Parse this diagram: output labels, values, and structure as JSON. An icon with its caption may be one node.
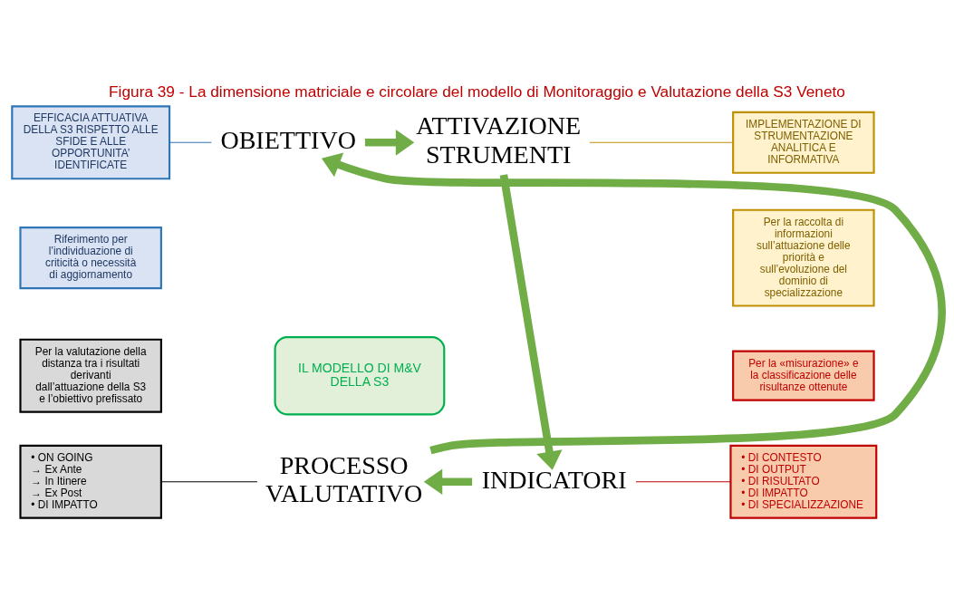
{
  "diagram": {
    "title": "Figura 39 - La dimensione matriciale e circolare del modello di Monitoraggio e Valutazione della S3 Veneto",
    "nodes": [
      {
        "text": [
          "EFFICACIA ATTUATIVA DELLA S3 RISPETTO ALLE SFIDE E ALLE OPPORTUNITA’ IDENTIFICATE"
        ]
      },
      {
        "text": [
          "OBIETTIVO"
        ]
      },
      {
        "text": [
          "ATTIVAZIONE STRUMENTI"
        ]
      },
      {
        "text": [
          "IMPLEMENTAZIONE DI STRUMENTAZIONE ANALITICA E INFORMATIVA"
        ]
      },
      {
        "text": [
          "Riferimento per l’individuazione di criticità o necessità di aggiornamento"
        ]
      },
      {
        "text": [
          "Per la raccolta di informazioni sull’attuazione delle priorità e sull’evoluzione del dominio di specializzazione"
        ]
      },
      {
        "text": [
          "IL MODELLO DI M&V DELLA S3"
        ]
      },
      {
        "text": [
          "Per la valutazione della distanza tra i risultati derivanti dall’attuazione della S3 e l’obiettivo prefissato"
        ]
      },
      {
        "text": [
          "Per la «misurazione» e la classificazione delle risultanze ottenute"
        ]
      },
      {
        "text": [
          "PROCESSO VALUTATIVO"
        ]
      },
      {
        "text": [
          "INDICATORI"
        ]
      },
      {
        "text": [
          "• ON GOING → Ex Ante → In Itinere → Ex Post • DI IMPATTO"
        ]
      },
      {
        "text": [
          "• DI CONTESTO • DI OUTPUT • DI RISULTATO • DI IMPATTO • DI SPECIALIZZAZIONE"
        ]
      }
    ],
    "edges": [
      {
        "from": 1,
        "to": 2,
        "arrow": "to",
        "style": "thick",
        "color": "#70ad47"
      },
      {
        "from": 2,
        "to": 10,
        "arrow": "to",
        "style": "thick",
        "color": "#70ad47"
      },
      {
        "from": 10,
        "to": 9,
        "arrow": "to",
        "style": "thick",
        "color": "#70ad47"
      },
      {
        "from": 9,
        "to": 1,
        "arrow": "to",
        "style": "thick",
        "color": "#70ad47"
      },
      {
        "from": 1,
        "to": 0,
        "arrow": "none",
        "color": "#2e75b6"
      },
      {
        "from": 2,
        "to": 3,
        "arrow": "none",
        "color": "#bf9000"
      },
      {
        "from": 10,
        "to": 12,
        "arrow": "none",
        "color": "#c00000"
      },
      {
        "from": 9,
        "to": 11,
        "arrow": "none",
        "color": "#000000"
      }
    ]
  }
}
